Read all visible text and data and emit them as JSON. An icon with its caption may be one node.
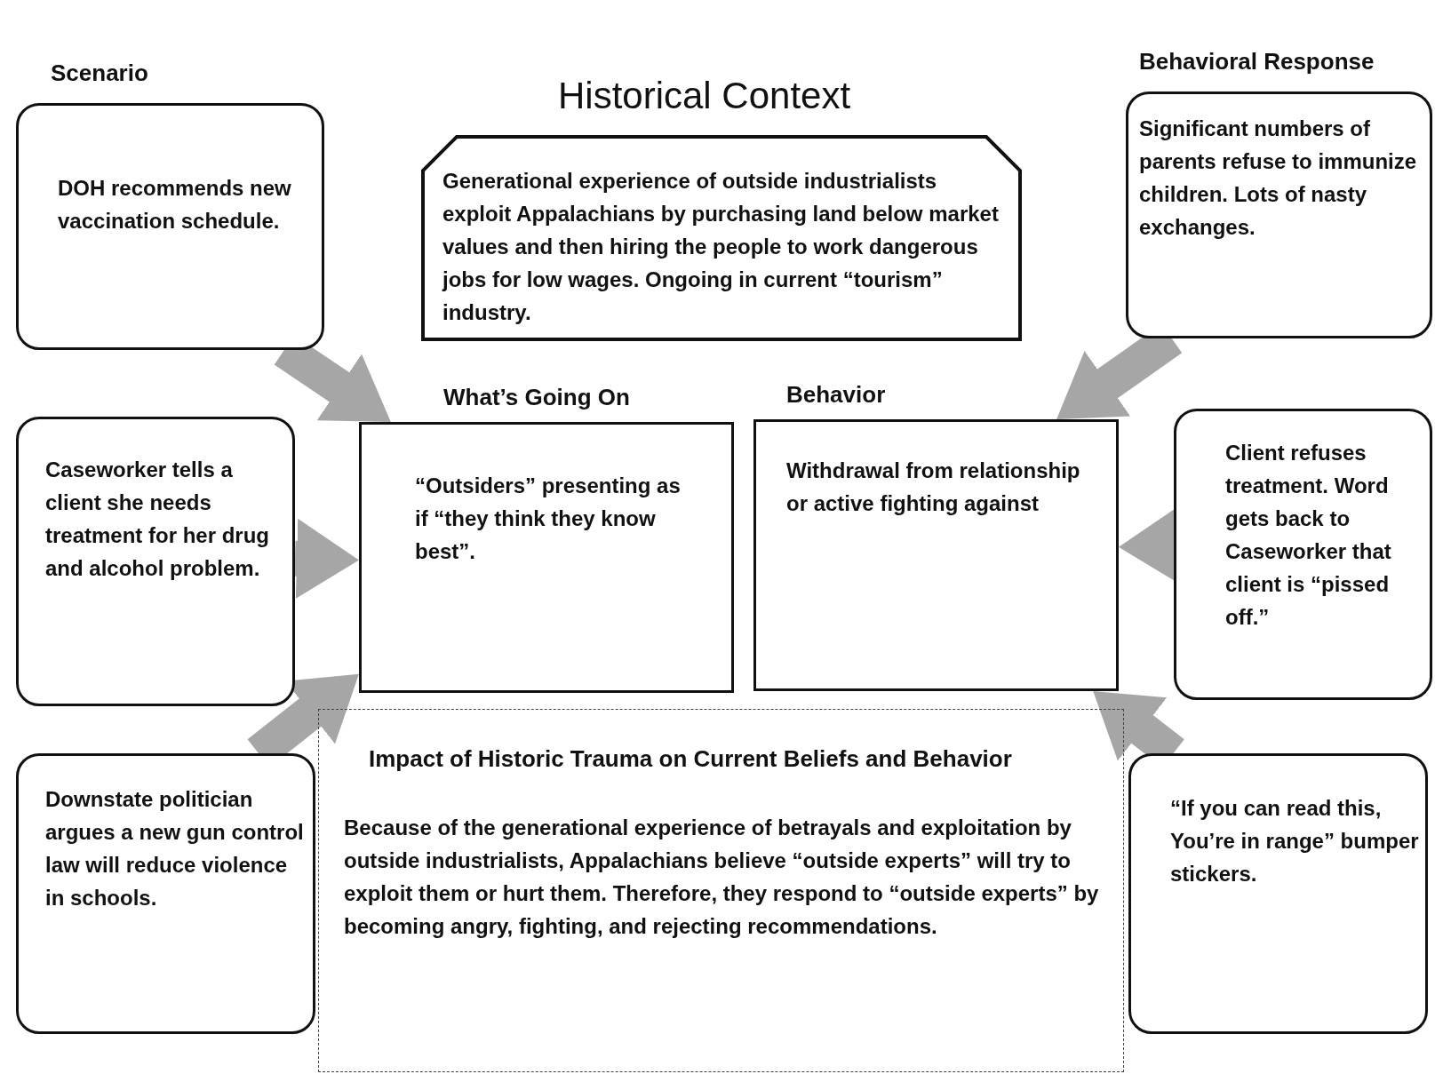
{
  "diagram": {
    "nodes": [
      {
        "text": [
          "Historical Context",
          "Generational experience of outside industrialists exploit Appalachians by purchasing land below market values and then hiring the people to work dangerous jobs for low wages. Ongoing in current “tourism” industry."
        ]
      },
      {
        "text": [
          "Scenario",
          "DOH recommends new vaccination schedule."
        ]
      },
      {
        "text": [
          "Behavioral Response",
          "Significant numbers of parents refuse to immunize children. Lots of nasty exchanges."
        ]
      },
      {
        "text": [
          "Caseworker tells a client she needs treatment for her drug and alcohol problem."
        ]
      },
      {
        "text": [
          "What’s Going On",
          "“Outsiders” presenting as if “they think they know best”."
        ]
      },
      {
        "text": [
          "Behavior",
          "Withdrawal from relationship or active fighting against"
        ]
      },
      {
        "text": [
          "Client refuses treatment. Word gets back to Caseworker that client is “pissed off.”"
        ]
      },
      {
        "text": [
          "Impact of Historic Trauma on Current Beliefs and Behavior",
          "Because of the generational experience of betrayals and exploitation by outside industrialists, Appalachians believe “outside experts” will try to exploit them or hurt them. Therefore, they respond to “outside experts” by becoming angry, fighting, and rejecting recommendations."
        ]
      },
      {
        "text": [
          "Downstate politician argues a new gun control law will reduce violence in schools."
        ]
      },
      {
        "text": [
          "“If you can read this, You’re in range” bumper stickers."
        ]
      }
    ],
    "edges": [
      {
        "from": 1,
        "to": 4,
        "arrow": "to"
      },
      {
        "from": 3,
        "to": 4,
        "arrow": "to"
      },
      {
        "from": 8,
        "to": 4,
        "arrow": "to"
      },
      {
        "from": 2,
        "to": 5,
        "arrow": "to"
      },
      {
        "from": 6,
        "to": 5,
        "arrow": "to"
      },
      {
        "from": 9,
        "to": 5,
        "arrow": "to"
      }
    ]
  }
}
